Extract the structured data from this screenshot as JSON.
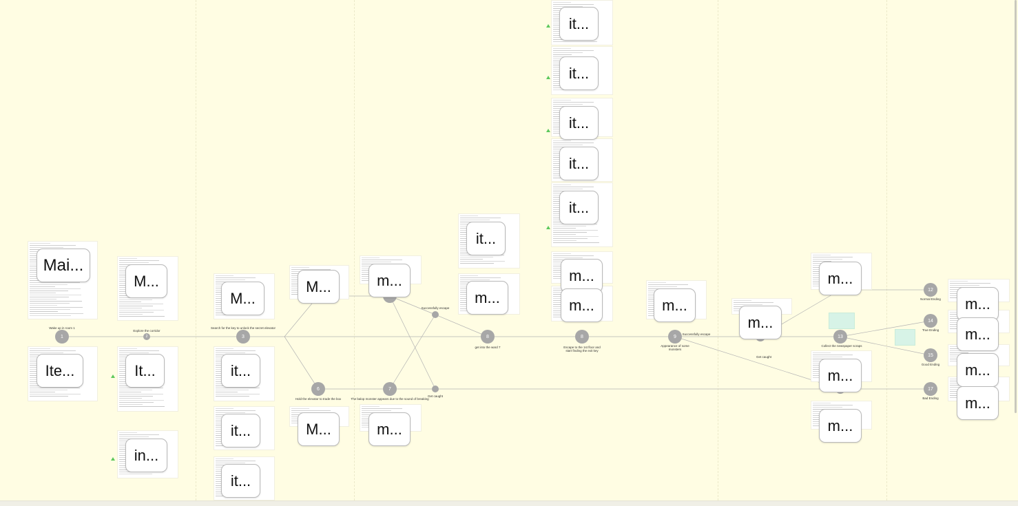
{
  "canvas": {
    "background": "#fffde3",
    "edge_color": "#b3b3b3",
    "node_color": "#a7a7a7",
    "indicator_color": "#5cc85c"
  },
  "nodes": [
    {
      "id": "n1",
      "label": "1",
      "caption": "Wake up in room 1"
    },
    {
      "id": "n2",
      "label": "2",
      "caption": "Explore the corridor"
    },
    {
      "id": "n3",
      "label": "3",
      "caption": "Search for the key to unlock the secret elevator"
    },
    {
      "id": "n5",
      "label": "5",
      "caption": ""
    },
    {
      "id": "n6",
      "label": "6",
      "caption": "Hold the elevator to trade the box"
    },
    {
      "id": "n7",
      "label": "7",
      "caption": "The balop monster appears due to the sound of breaking"
    },
    {
      "id": "n8a",
      "label": "8",
      "caption": "get into the ward 7"
    },
    {
      "id": "n8b",
      "label": "8",
      "caption": "Escape to the 1st floor and start finding the exit key"
    },
    {
      "id": "n9",
      "label": "9",
      "caption": "Appearance of some monsters"
    },
    {
      "id": "n13",
      "label": "13",
      "caption": "Collect the newspaper scraps"
    },
    {
      "id": "n12",
      "label": "12",
      "caption": "Normal Ending"
    },
    {
      "id": "n14",
      "label": "14",
      "caption": "True Ending"
    },
    {
      "id": "n15",
      "label": "15",
      "caption": "Good Ending"
    },
    {
      "id": "n17",
      "label": "17",
      "caption": "Bad Ending"
    }
  ],
  "junctions": [
    {
      "id": "j1",
      "caption": "Successfully escape"
    },
    {
      "id": "j2",
      "caption": "Get caught"
    }
  ],
  "edge_labels": {
    "escape_9": "Successfully escape",
    "caught_11": "Get caught"
  },
  "cards": [
    {
      "id": "c01",
      "label": "Mai..."
    },
    {
      "id": "c02",
      "label": "Ite..."
    },
    {
      "id": "c03",
      "label": "M..."
    },
    {
      "id": "c04",
      "label": "It..."
    },
    {
      "id": "c05",
      "label": "in..."
    },
    {
      "id": "c06",
      "label": "M..."
    },
    {
      "id": "c07",
      "label": "it..."
    },
    {
      "id": "c08",
      "label": "it..."
    },
    {
      "id": "c09",
      "label": "it..."
    },
    {
      "id": "c10",
      "label": "M..."
    },
    {
      "id": "c11",
      "label": "M..."
    },
    {
      "id": "c12",
      "label": "m..."
    },
    {
      "id": "c13",
      "label": "m..."
    },
    {
      "id": "c14",
      "label": "it..."
    },
    {
      "id": "c15",
      "label": "m..."
    },
    {
      "id": "c16",
      "label": "it..."
    },
    {
      "id": "c17",
      "label": "it..."
    },
    {
      "id": "c18",
      "label": "it..."
    },
    {
      "id": "c19",
      "label": "it..."
    },
    {
      "id": "c20",
      "label": "it..."
    },
    {
      "id": "c21",
      "label": "m..."
    },
    {
      "id": "c22",
      "label": "m..."
    },
    {
      "id": "c23",
      "label": "m..."
    },
    {
      "id": "c24",
      "label": "m..."
    },
    {
      "id": "c25",
      "label": "m..."
    },
    {
      "id": "c26",
      "label": "m..."
    },
    {
      "id": "c27",
      "label": "m..."
    },
    {
      "id": "c28",
      "label": "m..."
    },
    {
      "id": "c29",
      "label": "m..."
    },
    {
      "id": "c30",
      "label": "m..."
    },
    {
      "id": "c31",
      "label": "m..."
    }
  ]
}
